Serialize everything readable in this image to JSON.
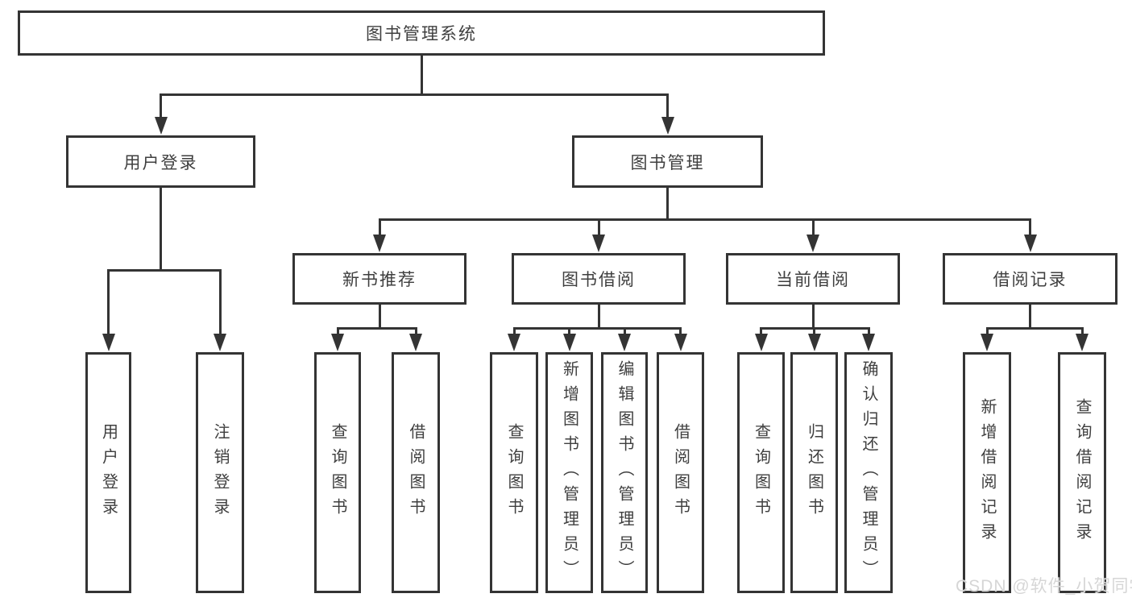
{
  "page": {
    "background": "#ffffff"
  },
  "diagram": {
    "type": "hierarchy-tree",
    "title": "图书管理系统",
    "line_color": "#343434",
    "box_background": "#ffffff",
    "text_color": "#3f3f3f",
    "nodes": [
      {
        "id": "root",
        "label": "图书管理系统",
        "level": 1,
        "parent": null
      },
      {
        "id": "user-login",
        "label": "用户登录",
        "level": 2,
        "parent": "root"
      },
      {
        "id": "book-mgmt",
        "label": "图书管理",
        "level": 2,
        "parent": "root"
      },
      {
        "id": "new-books",
        "label": "新书推荐",
        "level": 3,
        "parent": "book-mgmt"
      },
      {
        "id": "book-borrow",
        "label": "图书借阅",
        "level": 3,
        "parent": "book-mgmt"
      },
      {
        "id": "current-borrow",
        "label": "当前借阅",
        "level": 3,
        "parent": "book-mgmt"
      },
      {
        "id": "borrow-records",
        "label": "借阅记录",
        "level": 3,
        "parent": "book-mgmt"
      },
      {
        "id": "leaf-user-login",
        "label": "用户登录",
        "level": 4,
        "parent": "user-login"
      },
      {
        "id": "leaf-logout",
        "label": "注销登录",
        "level": 4,
        "parent": "user-login"
      },
      {
        "id": "leaf-nb-query",
        "label": "查询图书",
        "level": 4,
        "parent": "new-books"
      },
      {
        "id": "leaf-nb-borrow",
        "label": "借阅图书",
        "level": 4,
        "parent": "new-books"
      },
      {
        "id": "leaf-bb-query",
        "label": "查询图书",
        "level": 4,
        "parent": "book-borrow"
      },
      {
        "id": "leaf-bb-add",
        "label": "新增图书（管理员）",
        "level": 4,
        "parent": "book-borrow"
      },
      {
        "id": "leaf-bb-edit",
        "label": "编辑图书（管理员）",
        "level": 4,
        "parent": "book-borrow"
      },
      {
        "id": "leaf-bb-borrow",
        "label": "借阅图书",
        "level": 4,
        "parent": "book-borrow"
      },
      {
        "id": "leaf-cb-query",
        "label": "查询图书",
        "level": 4,
        "parent": "current-borrow"
      },
      {
        "id": "leaf-cb-return",
        "label": "归还图书",
        "level": 4,
        "parent": "current-borrow"
      },
      {
        "id": "leaf-cb-confirm",
        "label": "确认归还（管理员）",
        "level": 4,
        "parent": "current-borrow"
      },
      {
        "id": "leaf-br-add",
        "label": "新增借阅记录",
        "level": 4,
        "parent": "borrow-records"
      },
      {
        "id": "leaf-br-query",
        "label": "查询借阅记录",
        "level": 4,
        "parent": "borrow-records"
      }
    ]
  },
  "watermark": {
    "text": "CSDN @软件_小贺同学",
    "color": "#d6d6d6"
  }
}
